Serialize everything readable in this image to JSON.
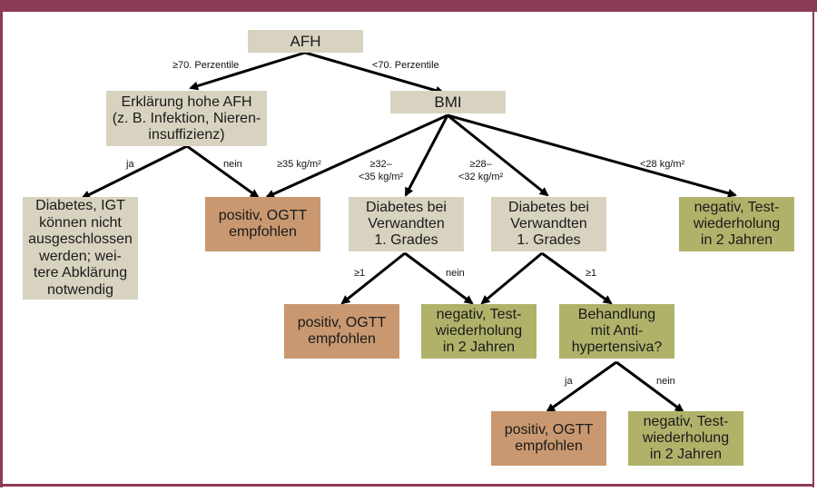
{
  "colors": {
    "frame": "#8c3b57",
    "neutral_box": "#d8d3c0",
    "positive_box": "#c99870",
    "negative_box": "#b0b26a",
    "arrow": "#000000"
  },
  "nodes": {
    "afh": "AFH",
    "explain_high_afh": "Erklärung hohe AFH\n(z. B. Infektion, Nieren-\ninsuffizienz)",
    "bmi": "BMI",
    "not_excluded": "Diabetes, IGT\nkönnen nicht\nausgeschlossen\nwerden; wei-\ntere Abklärung\nnotwendig",
    "positive_1": "positiv, OGTT\nempfohlen",
    "relatives_1": "Diabetes bei\nVerwandten\n1. Grades",
    "relatives_2": "Diabetes bei\nVerwandten\n1. Grades",
    "negative_1": "negativ, Test-\nwiederholung\nin 2 Jahren",
    "positive_2": "positiv, OGTT\nempfohlen",
    "negative_2": "negativ, Test-\nwiederholung\nin 2 Jahren",
    "antihypertensive": "Behandlung\nmit Anti-\nhypertensiva?",
    "positive_3": "positiv, OGTT\nempfohlen",
    "negative_3": "negativ, Test-\nwiederholung\nin 2 Jahren"
  },
  "edge_labels": {
    "afh_high": "≥70. Perzentile",
    "afh_low": "<70. Perzentile",
    "explain_yes": "ja",
    "explain_no": "nein",
    "bmi_ge35": "≥35 kg/m²",
    "bmi_32_35": "≥32–\n<35 kg/m²",
    "bmi_28_32": "≥28–\n<32 kg/m²",
    "bmi_lt28": "<28 kg/m²",
    "rel1_ge1": "≥1",
    "rel1_no": "nein",
    "rel2_ge1": "≥1",
    "anti_yes": "ja",
    "anti_no": "nein"
  }
}
